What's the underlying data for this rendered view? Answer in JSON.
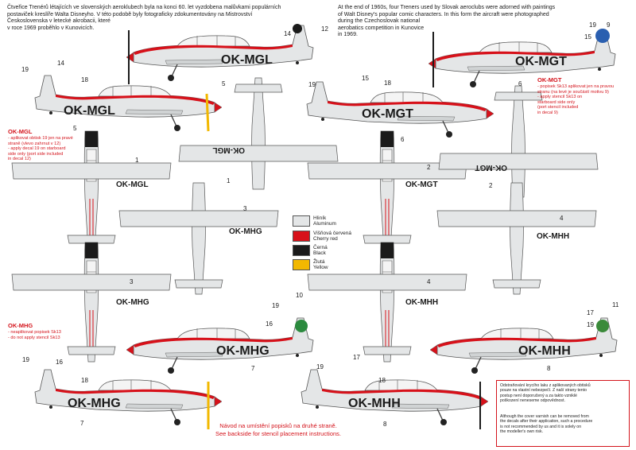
{
  "intro": {
    "cz": "Čtveřice Trenérů létajících ve slovenských aeroklubech byla na konci 60. let vyzdobena malůvkami populárních\npostaviček kreslíře Walta Disneyho. V této podobě byly fotograficky zdokumentovány na Mistrovství\nČeskoslovenska v letecké akrobacii, které\nv roce 1969 proběhlo v Kunovicích.",
    "en": "At the end of 1960s, four Treners used by Slovak aeroclubs were adorned with paintings\nof Walt Disney's popular comic characters. In this form the aircraft were photographed\nduring the Czechoslovak national\naerobatics competition in Kunovice\nin 1969."
  },
  "registrations": {
    "mgl": "OK-MGL",
    "mgt": "OK-MGT",
    "mhg": "OK-MHG",
    "mhh": "OK-MHH"
  },
  "callouts": {
    "c1": "1",
    "c2": "2",
    "c3": "3",
    "c4": "4",
    "c5": "5",
    "c6": "6",
    "c7": "7",
    "c8": "8",
    "c9": "9",
    "c10": "10",
    "c11": "11",
    "c12": "12",
    "c14": "14",
    "c15": "15",
    "c16": "16",
    "c17": "17",
    "c18": "18",
    "c19": "19"
  },
  "notes": {
    "mgl_title": "OK-MGL",
    "mgl_body": "- aplikovat obtisk 19 jen na pravé\n  straně (vlevo zahrnut v 12)\n- apply decal 19 on starboard\n  side only (port side included\n  in decal 12)",
    "mgt_title": "OK-MGT",
    "mgt_body": "- popisek Sk13 aplikovat jen na pravou\n  stranu (na levé je součástí motivu 9)\n- apply stencil Sk13 on\n  starboard side only\n  (port stencil included\n  in decal 9)",
    "mhg_title": "OK-MHG",
    "mhg_body": "- neaplikovat popisek Sk13\n- do not apply stencil Sk13"
  },
  "legend": [
    {
      "cz": "Hliník",
      "en": "Aluminum",
      "color": "#e4e6e7"
    },
    {
      "cz": "Višňová červená",
      "en": "Cherry red",
      "color": "#d7111a"
    },
    {
      "cz": "Černá",
      "en": "Black",
      "color": "#1b1b1b"
    },
    {
      "cz": "Žlutá",
      "en": "Yellow",
      "color": "#f2b800"
    }
  ],
  "footer": {
    "cz": "Návod na umístění popisků na druhé straně.",
    "en": "See backside for stencil placement instructions."
  },
  "warning": {
    "cz": "Odstraňování krycího laku z aplikovaných obtisků\npouze na vlastní nebezpečí. Z naší strany tento\npostup není doporučený a za takto vzniklé\npoškození neneseme odpovědnost.",
    "en": "Although the cover varnish can be removed from\nthe decals after their application, such a procedure\nis not recommended by us and it is solely on\nthe modeller's own risk."
  },
  "colors": {
    "aluminum": "#e4e6e7",
    "red": "#d7111a",
    "black": "#1b1b1b",
    "yellow": "#f2b800",
    "note_red": "#d4141c"
  }
}
